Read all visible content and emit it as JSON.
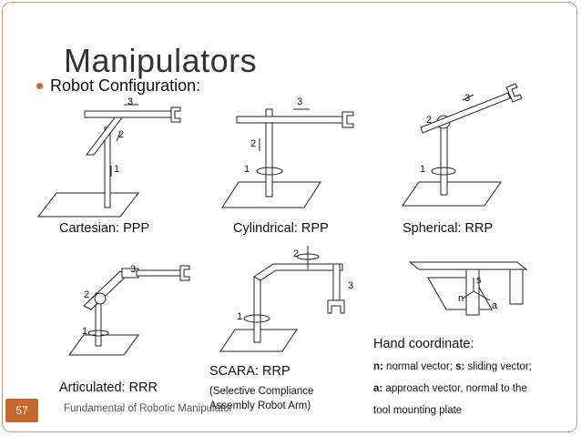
{
  "slide": {
    "title": "Manipulators",
    "bullet": "Robot Configuration:",
    "number": "57",
    "footer": "Fundamental of Robotic Manipulator"
  },
  "configs": {
    "cartesian": "Cartesian: PPP",
    "cylindrical": "Cylindrical: RPP",
    "spherical": "Spherical: RRP",
    "articulated": "Articulated: RRR",
    "scara_title": "SCARA: RRP",
    "scara_sub1": "(Selective Compliance",
    "scara_sub2": "Assembly Robot Arm)"
  },
  "hand": {
    "title": "Hand coordinate:",
    "line1_n": "n:",
    "line1_a": " normal vector; ",
    "line1_s": "s:",
    "line1_b": " sliding vector;",
    "line2_a": "a:",
    "line2_b": " approach vector, normal to the",
    "line3": "tool mounting plate"
  },
  "joint_labels": [
    "1",
    "2",
    "3"
  ],
  "vector_labels": [
    "n",
    "s",
    "a"
  ],
  "colors": {
    "accent": "#c9682e",
    "border": "#c89a7a"
  }
}
